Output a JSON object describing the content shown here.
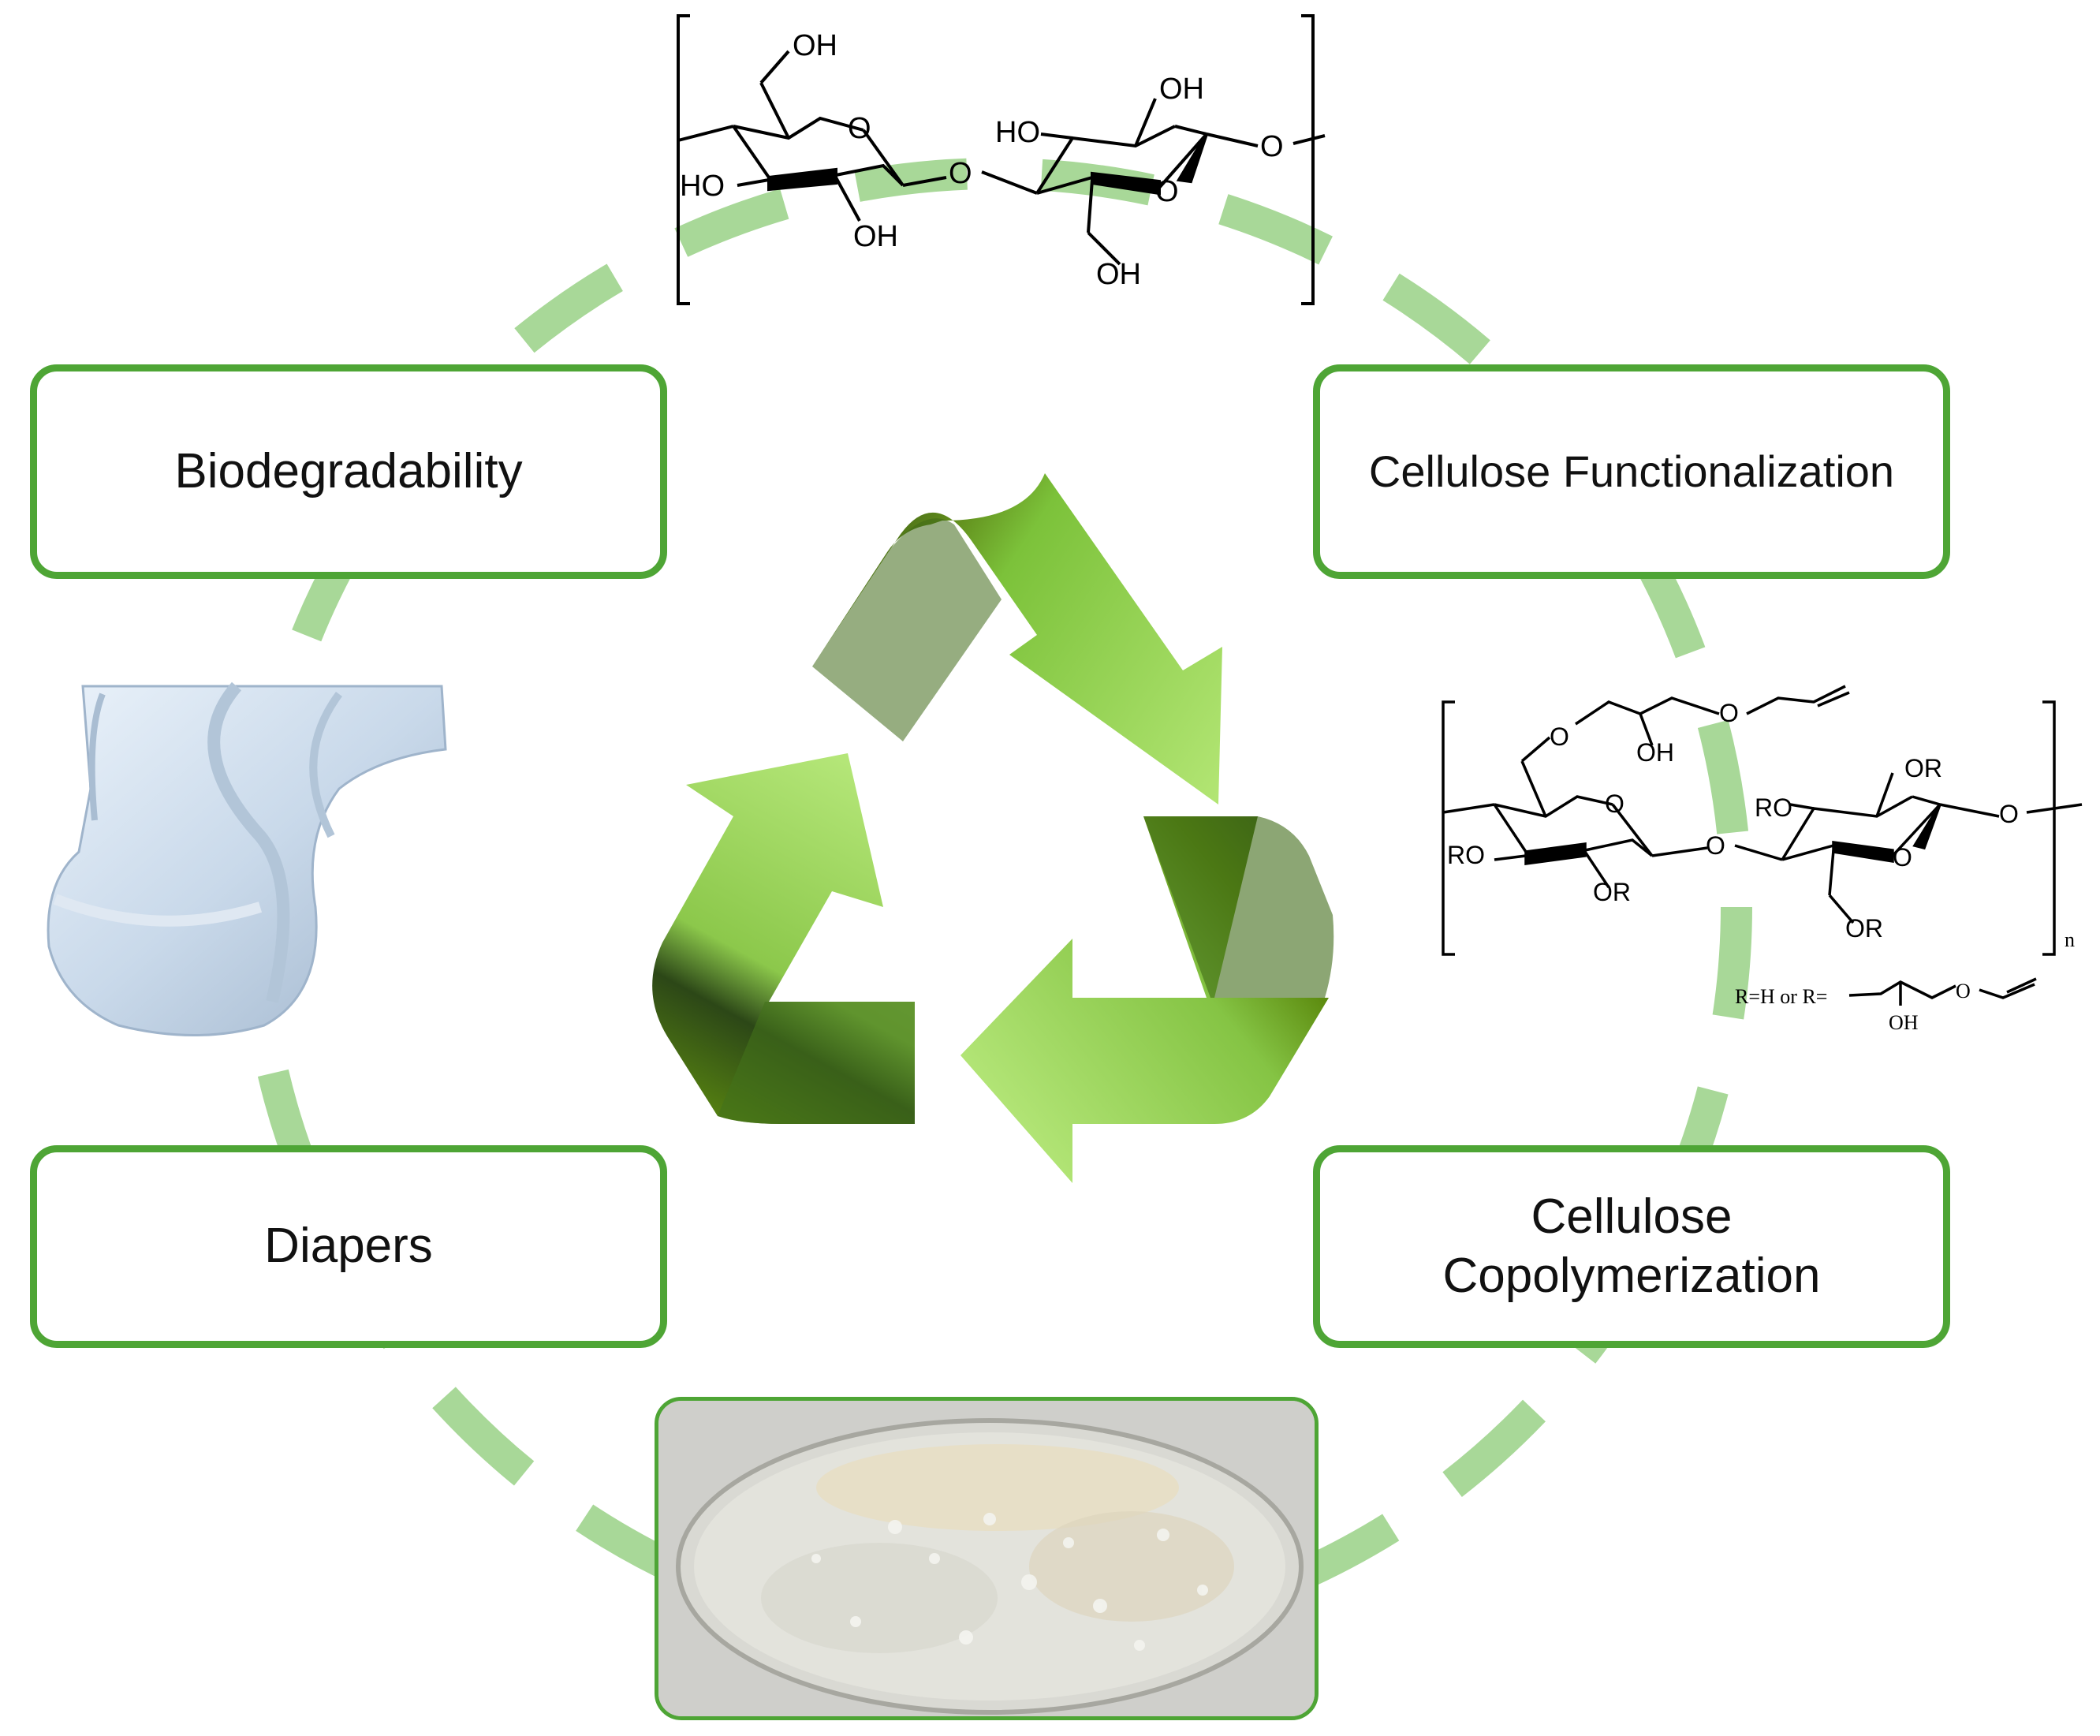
{
  "boxes": {
    "biodegradability": "Biodegradability",
    "functionalization": "Cellulose Functionalization",
    "copolymerization_line1": "Cellulose",
    "copolymerization_line2": "Copolymerization",
    "diapers": "Diapers"
  },
  "cellulose_structure": {
    "labels": [
      "OH",
      "OH",
      "HO",
      "HO",
      "OH",
      "OH",
      "O",
      "O",
      "O",
      "O"
    ]
  },
  "modified_structure": {
    "labels": [
      "O",
      "OH",
      "O",
      "O",
      "OR",
      "RO",
      "RO",
      "OR",
      "OR",
      "O",
      "O",
      "O"
    ],
    "subscript": "n",
    "r_definition_prefix": "R=H or R=",
    "r_definition_oh": "OH"
  },
  "icons": [
    "recycle-icon",
    "diaper-image",
    "petri-dish-image"
  ],
  "colors": {
    "box_border": "#4ea535",
    "dashed_cycle": "#a8d898",
    "arrow_light": "#a3dc5e",
    "arrow_dark": "#2c4717"
  }
}
